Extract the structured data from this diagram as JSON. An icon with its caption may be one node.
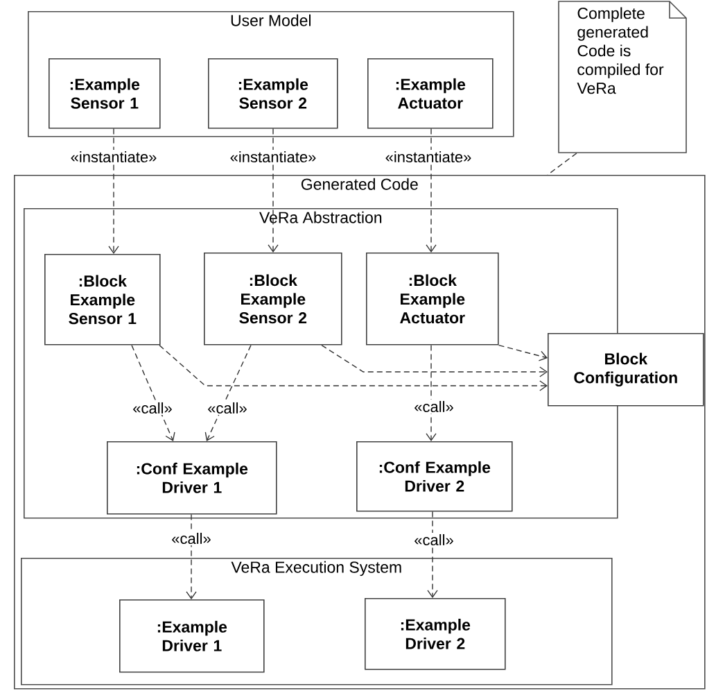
{
  "diagram": {
    "nodes": [
      {
        "text": [
          "User Model"
        ]
      },
      {
        "text": [
          ":Example Sensor 1"
        ],
        "in": 0
      },
      {
        "text": [
          ":Example Sensor 2"
        ],
        "in": 0
      },
      {
        "text": [
          ":Example Actuator"
        ],
        "in": 0
      },
      {
        "text": [
          "Complete generated Code is compiled for VeRa"
        ]
      },
      {
        "text": [
          "Generated Code"
        ]
      },
      {
        "text": [
          "VeRa Abstraction"
        ],
        "in": 5
      },
      {
        "text": [
          ":Block Example Sensor 1"
        ],
        "in": 6
      },
      {
        "text": [
          ":Block Example Sensor 2"
        ],
        "in": 6
      },
      {
        "text": [
          ":Block Example Actuator"
        ],
        "in": 6
      },
      {
        "text": [
          "Block Configuration"
        ],
        "in": 5
      },
      {
        "text": [
          ":Conf Example Driver 1"
        ],
        "in": 6
      },
      {
        "text": [
          ":Conf Example Driver 2"
        ],
        "in": 6
      },
      {
        "text": [
          "VeRa Execution System"
        ],
        "in": 5
      },
      {
        "text": [
          ":Example Driver 1"
        ],
        "in": 13
      },
      {
        "text": [
          ":Example Driver 2"
        ],
        "in": 13
      }
    ],
    "edges": [
      {
        "from": 1,
        "to": 7,
        "arrow": "to",
        "style": "dashed",
        "label": "«instantiate»"
      },
      {
        "from": 2,
        "to": 8,
        "arrow": "to",
        "style": "dashed",
        "label": "«instantiate»"
      },
      {
        "from": 3,
        "to": 9,
        "arrow": "to",
        "style": "dashed",
        "label": "«instantiate»"
      },
      {
        "from": 4,
        "to": 5,
        "arrow": "none",
        "style": "dashed"
      },
      {
        "from": 7,
        "to": 11,
        "arrow": "to",
        "style": "dashed",
        "label": "«call»"
      },
      {
        "from": 8,
        "to": 11,
        "arrow": "to",
        "style": "dashed",
        "label": "«call»"
      },
      {
        "from": 9,
        "to": 12,
        "arrow": "to",
        "style": "dashed",
        "label": "«call»"
      },
      {
        "from": 9,
        "to": 10,
        "arrow": "to",
        "style": "dashed"
      },
      {
        "from": 8,
        "to": 10,
        "arrow": "to",
        "style": "dashed"
      },
      {
        "from": 7,
        "to": 10,
        "arrow": "to",
        "style": "dashed"
      },
      {
        "from": 11,
        "to": 14,
        "arrow": "to",
        "style": "dashed",
        "label": "«call»"
      },
      {
        "from": 12,
        "to": 15,
        "arrow": "to",
        "style": "dashed",
        "label": "«call»"
      }
    ]
  }
}
